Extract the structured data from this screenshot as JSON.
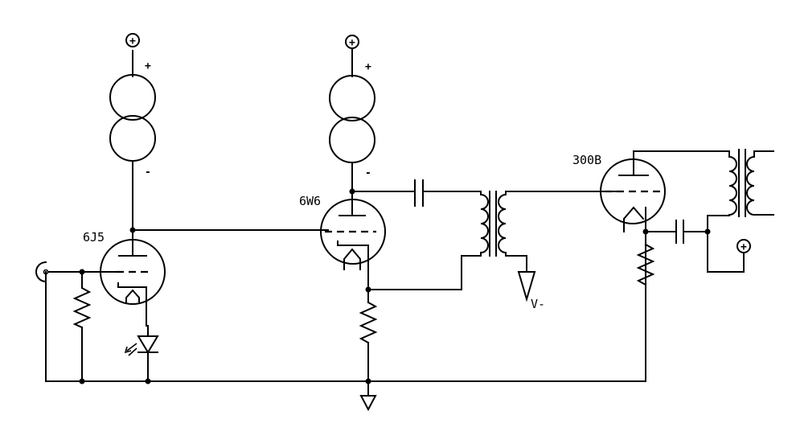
{
  "tube_labels": {
    "input_tube": "6J5",
    "driver_tube": "6W6",
    "output_tube": "300B"
  },
  "supply_labels": {
    "plus": "+",
    "minus": "-",
    "negative_rail": "V-"
  },
  "plus_terminal_symbol": "+"
}
